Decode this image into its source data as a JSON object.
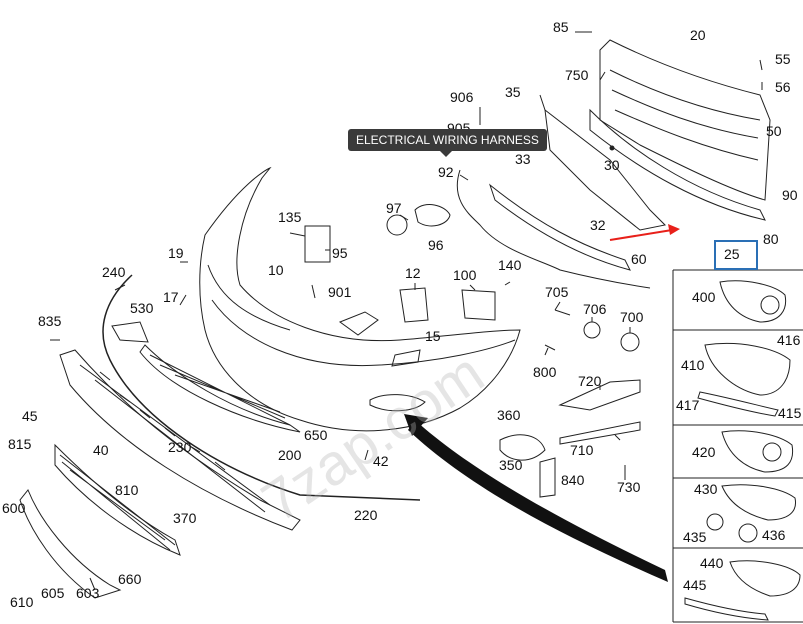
{
  "tooltip": "ELECTRICAL WIRING HARNESS",
  "watermark": "7zap.com",
  "highlight_label": "25",
  "colors": {
    "arrow": "#e8201a",
    "highlight_box": "#2a6fb5",
    "line": "#222222",
    "tooltip_bg": "#3a3a3a"
  },
  "parts": {
    "p85": "85",
    "p20": "20",
    "p55": "55",
    "p56": "56",
    "p750": "750",
    "p50": "50",
    "p906": "906",
    "p35": "35",
    "p905": "905",
    "p33": "33",
    "p30": "30",
    "p90": "90",
    "p92": "92",
    "p97": "97",
    "p96": "96",
    "p135": "135",
    "p95": "95",
    "p32": "32",
    "p80": "80",
    "p25": "25",
    "p10": "10",
    "p901": "901",
    "p19": "19",
    "p12": "12",
    "p100": "100",
    "p140": "140",
    "p60": "60",
    "p240": "240",
    "p530": "530",
    "p17": "17",
    "p835": "835",
    "p15": "15",
    "p705": "705",
    "p706": "706",
    "p700": "700",
    "p800": "800",
    "p720": "720",
    "p45": "45",
    "p815": "815",
    "p40": "40",
    "p230": "230",
    "p650": "650",
    "p360": "360",
    "p200": "200",
    "p42": "42",
    "p710": "710",
    "p350": "350",
    "p840": "840",
    "p730": "730",
    "p810": "810",
    "p600": "600",
    "p370": "370",
    "p220": "220",
    "p660": "660",
    "p610": "610",
    "p605": "605",
    "p603": "603",
    "p400": "400",
    "p416": "416",
    "p410": "410",
    "p417": "417",
    "p415": "415",
    "p420": "420",
    "p430": "430",
    "p435": "435",
    "p436": "436",
    "p440": "440",
    "p445": "445"
  }
}
